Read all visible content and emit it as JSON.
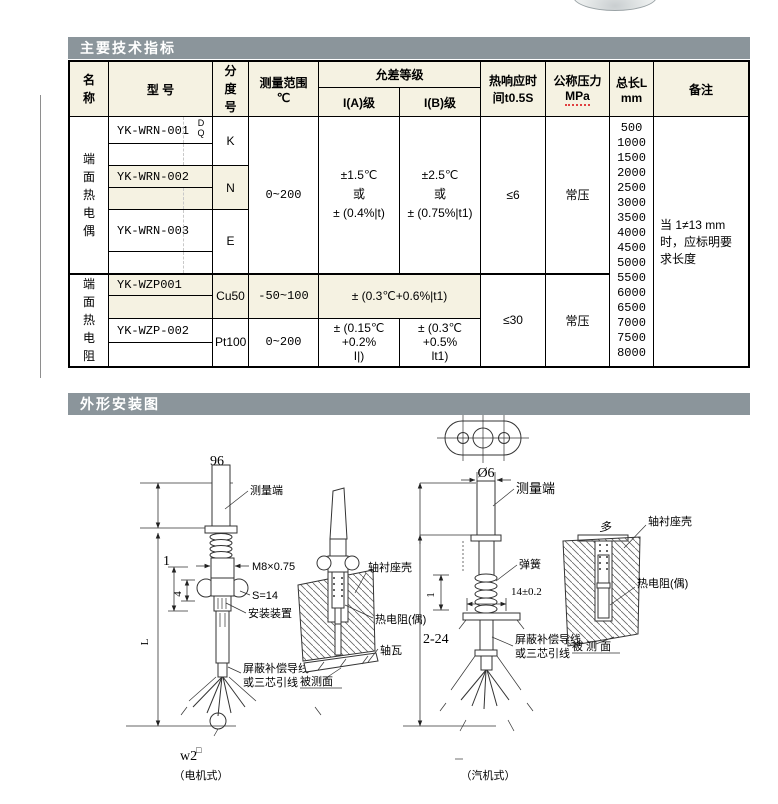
{
  "page": {
    "section1_title": "主要技术指标",
    "section2_title": "外形安装图"
  },
  "table": {
    "headers": {
      "name": "名称",
      "model": "型 号",
      "graduation": "分度号",
      "range": "测量范围\n℃",
      "tolerance": "允差等级",
      "tol_a": "I(A)级",
      "tol_b": "I(B)级",
      "response": "热响应时\n间t0.5S",
      "pressure": "公称压力",
      "pressure_unit": "MPa",
      "length": "总长L",
      "length_unit": "mm",
      "remark": "备注"
    },
    "thermocouple": {
      "name": "端面热电偶",
      "model_1": "YK-WRN-001",
      "model_1_sub": "D\nQ",
      "model_2": "YK-WRN-002",
      "model_3": "YK-WRN-003",
      "grad_1": "K",
      "grad_2": "N",
      "grad_3": "E",
      "range": "0~200",
      "tol_a": "±1.5℃\n或\n± (0.4%|t)",
      "tol_b": "±2.5℃\n或\n± (0.75%|t1)",
      "response": "≤6",
      "pressure": "常压"
    },
    "rtd": {
      "name": "端面热电阻",
      "model_1": "YK-WZP001",
      "grad_1": "Cu50",
      "range_1": "-50~100",
      "tol_1": "± (0.3℃+0.6%|t1)",
      "model_2": "YK-WZP-002",
      "grad_2": "Pt100",
      "range_2": "0~200",
      "tol_2a": "± (0.15℃+0.2%\nI|)",
      "tol_2b": "± (0.3℃+0.5%\nlt1)",
      "response": "≤30",
      "pressure": "常压"
    },
    "lengths": [
      "500",
      "1000",
      "1500",
      "2000",
      "2500",
      "3000",
      "3500",
      "4000",
      "4500",
      "5000",
      "5500",
      "6000",
      "6500",
      "7000",
      "7500",
      "8000"
    ],
    "remark": "当 1≠13 mm\n时，应标明要\n求长度"
  },
  "diagram": {
    "left": {
      "dim_top": "96",
      "measuring_end": "测量端",
      "thread": "M8×0.75",
      "wrench": "S=14",
      "mount": "安装装置",
      "dim_1": "1",
      "dim_4": "4",
      "dim_len": "L",
      "lead_1": "屏蔽补偿导线",
      "lead_2": "或三芯引线",
      "w2": "w2",
      "w2_sup": "□",
      "caption": "（电机式）"
    },
    "middle": {
      "bushing": "轴衬座壳",
      "rtd": "热电阻(偶)",
      "bearing": "轴瓦",
      "surface": "被测面"
    },
    "right": {
      "dim_top": "Ø6",
      "measuring_end": "测量端",
      "spring": "弹簧",
      "dim_14": "14±0.2",
      "dim_len": "1",
      "dim_224": "2-24",
      "lead_1": "屏蔽补偿导线",
      "lead_2": "或三芯引线",
      "surface": "被 测 面",
      "caption": "（汽机式）"
    },
    "far_right": {
      "finish": "多",
      "bushing": "轴衬座壳",
      "rtd": "热电阻(偶)"
    }
  }
}
